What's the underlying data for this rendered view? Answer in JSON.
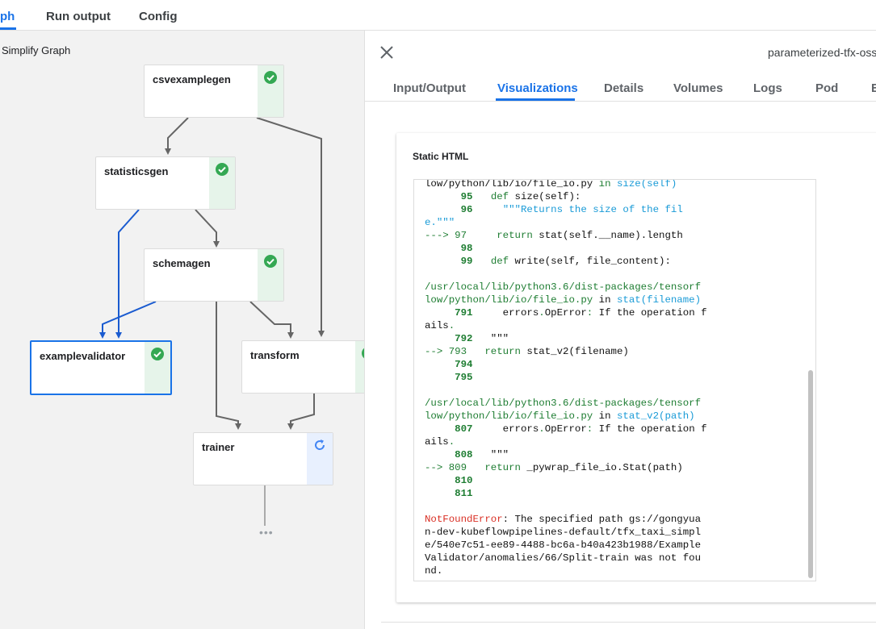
{
  "top_tabs": [
    {
      "label": "ph",
      "active": true
    },
    {
      "label": "Run output",
      "active": false
    },
    {
      "label": "Config",
      "active": false
    }
  ],
  "graph": {
    "simplify_label": "Simplify Graph",
    "nodes": [
      {
        "label": "csvexamplegen",
        "status": "succeeded"
      },
      {
        "label": "statisticsgen",
        "status": "succeeded"
      },
      {
        "label": "schemagen",
        "status": "succeeded"
      },
      {
        "label": "examplevalidator",
        "status": "succeeded",
        "selected": true
      },
      {
        "label": "transform",
        "status": "succeeded"
      },
      {
        "label": "trainer",
        "status": "running"
      }
    ],
    "more_label": "•••"
  },
  "side_panel": {
    "pipeline_name": "parameterized-tfx-oss-",
    "tabs": [
      {
        "label": "Input/Output",
        "active": false
      },
      {
        "label": "Visualizations",
        "active": true
      },
      {
        "label": "Details",
        "active": false
      },
      {
        "label": "Volumes",
        "active": false
      },
      {
        "label": "Logs",
        "active": false
      },
      {
        "label": "Pod",
        "active": false
      },
      {
        "label": "E",
        "active": false
      }
    ],
    "viz_title": "Static HTML",
    "code_lines": [
      [
        [
          "t",
          "low/python/lib/io/file_io.py "
        ],
        [
          "k",
          "in "
        ],
        [
          "f",
          "size(self)"
        ]
      ],
      [
        [
          "l",
          "      95"
        ],
        [
          "t",
          "   "
        ],
        [
          "k",
          "def"
        ],
        [
          "t",
          " size(self):"
        ]
      ],
      [
        [
          "l",
          "      96"
        ],
        [
          "t",
          "     "
        ],
        [
          "s",
          "\"\"\"Returns the size of the fil"
        ]
      ],
      [
        [
          "s",
          "e.\"\"\""
        ]
      ],
      [
        [
          "k",
          "---> 97"
        ],
        [
          "t",
          "     "
        ],
        [
          "k",
          "return"
        ],
        [
          "t",
          " stat(self.__name).length"
        ]
      ],
      [
        [
          "l",
          "      98"
        ]
      ],
      [
        [
          "l",
          "      99"
        ],
        [
          "t",
          "   "
        ],
        [
          "k",
          "def"
        ],
        [
          "t",
          " write(self, file_content):"
        ]
      ],
      [
        [
          "t",
          ""
        ]
      ],
      [
        [
          "k",
          "/usr/local/lib/python3.6/dist-packages/tensorf"
        ]
      ],
      [
        [
          "k",
          "low/python/lib/io/file_io.py "
        ],
        [
          "t",
          "in "
        ],
        [
          "f",
          "stat(filename)"
        ]
      ],
      [
        [
          "l",
          "     791"
        ],
        [
          "t",
          "     errors"
        ],
        [
          "k",
          "."
        ],
        [
          "t",
          "OpError"
        ],
        [
          "k",
          ":"
        ],
        [
          "t",
          " If the operation f"
        ]
      ],
      [
        [
          "t",
          "ails"
        ],
        [
          "k",
          "."
        ]
      ],
      [
        [
          "l",
          "     792"
        ],
        [
          "t",
          "   \"\"\""
        ]
      ],
      [
        [
          "k",
          "--> 793"
        ],
        [
          "t",
          "   "
        ],
        [
          "k",
          "return"
        ],
        [
          "t",
          " stat_v2(filename)"
        ]
      ],
      [
        [
          "l",
          "     794"
        ]
      ],
      [
        [
          "l",
          "     795"
        ]
      ],
      [
        [
          "t",
          ""
        ]
      ],
      [
        [
          "k",
          "/usr/local/lib/python3.6/dist-packages/tensorf"
        ]
      ],
      [
        [
          "k",
          "low/python/lib/io/file_io.py "
        ],
        [
          "t",
          "in "
        ],
        [
          "f",
          "stat_v2(path)"
        ]
      ],
      [
        [
          "l",
          "     807"
        ],
        [
          "t",
          "     errors"
        ],
        [
          "k",
          "."
        ],
        [
          "t",
          "OpError"
        ],
        [
          "k",
          ":"
        ],
        [
          "t",
          " If the operation f"
        ]
      ],
      [
        [
          "t",
          "ails"
        ],
        [
          "k",
          "."
        ]
      ],
      [
        [
          "l",
          "     808"
        ],
        [
          "t",
          "   \"\"\""
        ]
      ],
      [
        [
          "k",
          "--> 809"
        ],
        [
          "t",
          "   "
        ],
        [
          "k",
          "return"
        ],
        [
          "t",
          " _pywrap_file_io.Stat(path)"
        ]
      ],
      [
        [
          "l",
          "     810"
        ]
      ],
      [
        [
          "l",
          "     811"
        ]
      ],
      [
        [
          "t",
          ""
        ]
      ],
      [
        [
          "e",
          "NotFoundError"
        ],
        [
          "t",
          ": The specified path gs://gongyua"
        ]
      ],
      [
        [
          "t",
          "n-dev-kubeflowpipelines-default/tfx_taxi_simpl"
        ]
      ],
      [
        [
          "t",
          "e/540e7c51-ee89-4488-bc6a-b40a423b1988/Example"
        ]
      ],
      [
        [
          "t",
          "Validator/anomalies/66/Split-train was not fou"
        ]
      ],
      [
        [
          "t",
          "nd."
        ]
      ]
    ]
  },
  "colors": {
    "accent": "#1a73e8",
    "success": "#34a853",
    "running": "#4285f4"
  }
}
